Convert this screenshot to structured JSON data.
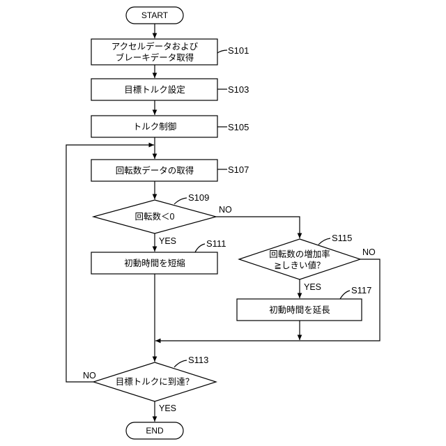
{
  "flowchart": {
    "start": "START",
    "end": "END",
    "steps": {
      "s101": {
        "id": "S101",
        "line1": "アクセルデータおよび",
        "line2": "ブレーキデータ取得"
      },
      "s103": {
        "id": "S103",
        "text": "目標トルク設定"
      },
      "s105": {
        "id": "S105",
        "text": "トルク制御"
      },
      "s107": {
        "id": "S107",
        "text": "回転数データの取得"
      },
      "s109": {
        "id": "S109",
        "text": "回転数＜0"
      },
      "s111": {
        "id": "S111",
        "text": "初動時間を短縮"
      },
      "s115": {
        "id": "S115",
        "line1": "回転数の増加率",
        "line2": "≧しきい値？"
      },
      "s117": {
        "id": "S117",
        "text": "初動時間を延長"
      },
      "s113": {
        "id": "S113",
        "text": "目標トルクに到達？"
      }
    },
    "branches": {
      "yes": "YES",
      "no": "NO"
    }
  }
}
